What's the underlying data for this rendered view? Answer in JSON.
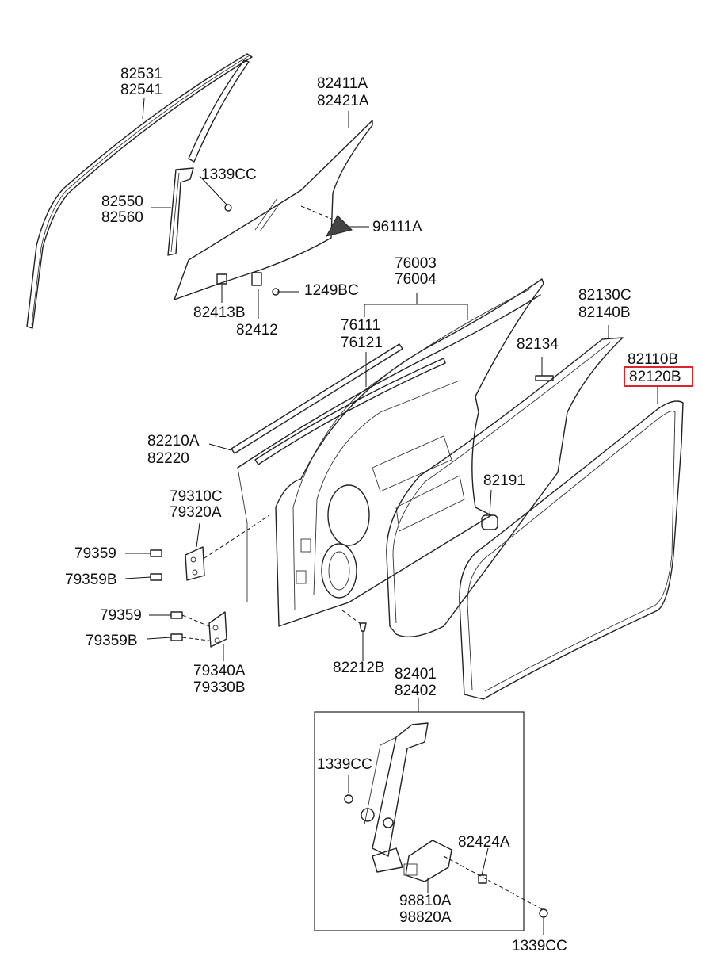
{
  "colors": {
    "highlight": "#d8262c",
    "line": "#222222",
    "text": "#111111"
  },
  "labels": {
    "l82531": "82531",
    "l82541": "82541",
    "l82411A": "82411A",
    "l82421A": "82421A",
    "l1339CC_top": "1339CC",
    "l82550": "82550",
    "l82560": "82560",
    "l96111A": "96111A",
    "l76003": "76003",
    "l76004": "76004",
    "l1249BC": "1249BC",
    "l82413B": "82413B",
    "l82412": "82412",
    "l82130C": "82130C",
    "l82140B": "82140B",
    "l76111": "76111",
    "l76121": "76121",
    "l82134": "82134",
    "l82110B": "82110B",
    "l82120B": "82120B",
    "l82210A": "82210A",
    "l82220": "82220",
    "l79310C": "79310C",
    "l79320A": "79320A",
    "l82191": "82191",
    "l79359_a": "79359",
    "l79359B_a": "79359B",
    "l79359_b": "79359",
    "l79359B_b": "79359B",
    "l79340A": "79340A",
    "l79330B": "79330B",
    "l82212B": "82212B",
    "l82401": "82401",
    "l82402": "82402",
    "l1339CC_mid": "1339CC",
    "l82424A": "82424A",
    "l98810A": "98810A",
    "l98820A": "98820A",
    "l1339CC_bot": "1339CC"
  }
}
